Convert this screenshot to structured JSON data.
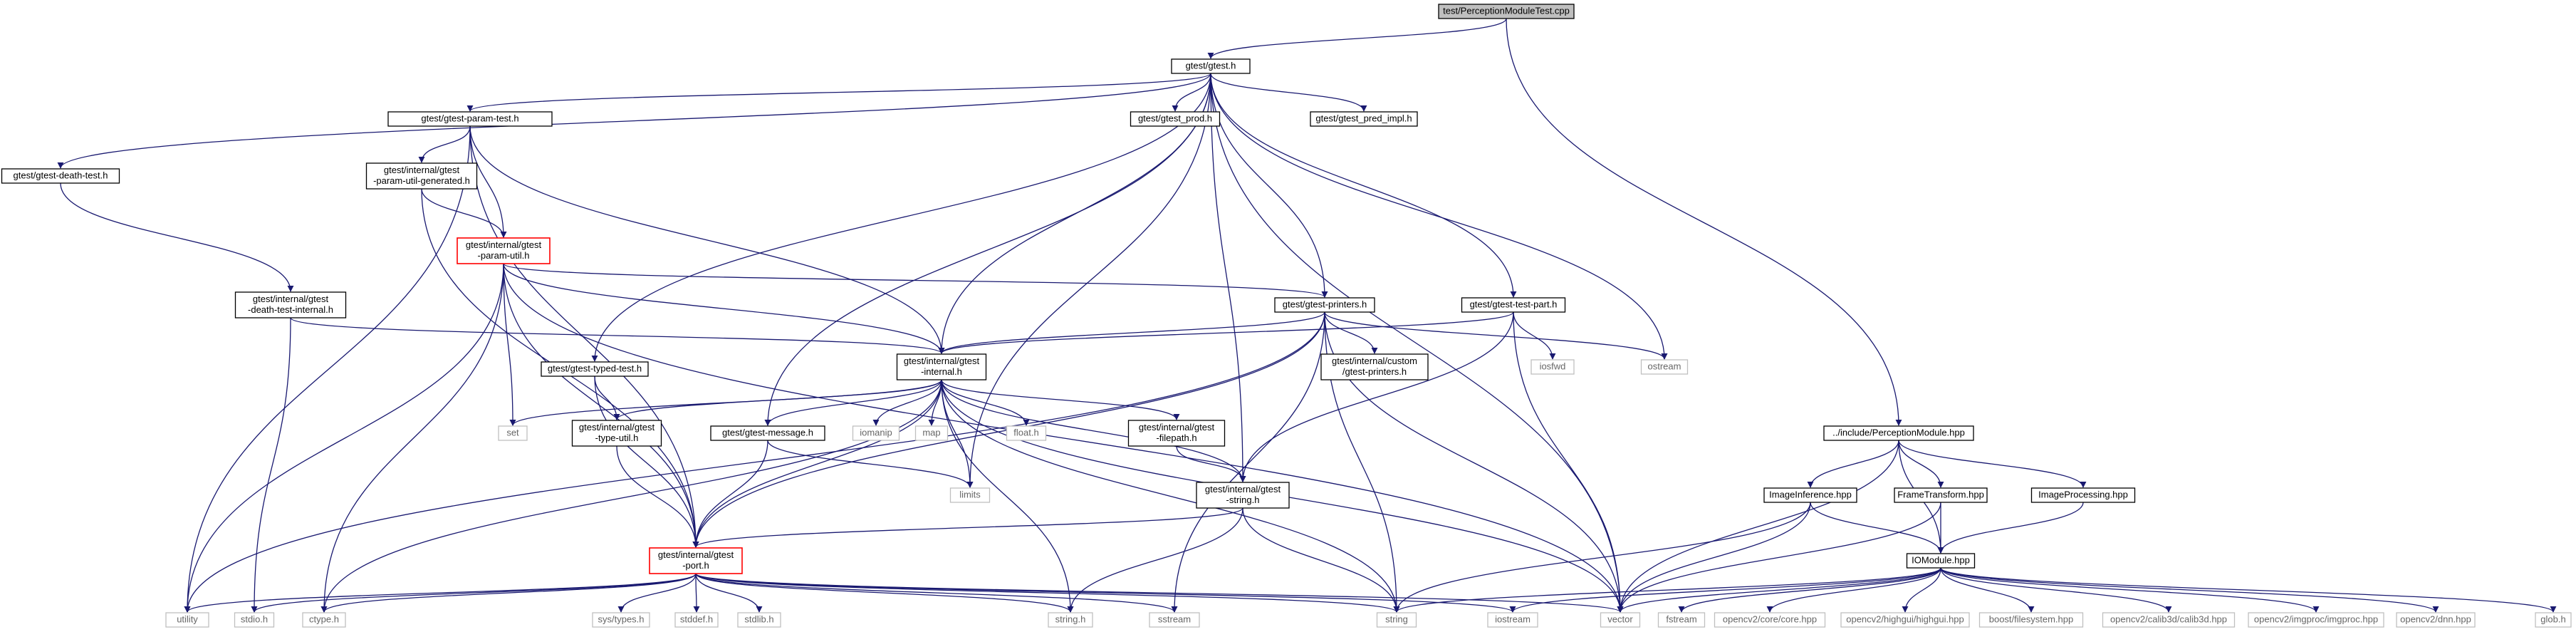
{
  "graph": {
    "root_file": "test/PerceptionModuleTest.cpp",
    "edge_color": "#191970",
    "highlight_color": "#ff0000",
    "nodes": {
      "root": [
        "test/PerceptionModuleTest.cpp"
      ],
      "gtest_h": [
        "gtest/gtest.h"
      ],
      "param_test": [
        "gtest/gtest-param-test.h"
      ],
      "death_test": [
        "gtest/gtest-death-test.h"
      ],
      "gtest_prod": [
        "gtest/gtest_prod.h"
      ],
      "pred_impl": [
        "gtest/gtest_pred_impl.h"
      ],
      "param_util_gen": [
        "gtest/internal/gtest",
        "-param-util-generated.h"
      ],
      "param_util": [
        "gtest/internal/gtest",
        "-param-util.h"
      ],
      "death_test_internal": [
        "gtest/internal/gtest",
        "-death-test-internal.h"
      ],
      "printers": [
        "gtest/gtest-printers.h"
      ],
      "test_part": [
        "gtest/gtest-test-part.h"
      ],
      "typed_test": [
        "gtest/gtest-typed-test.h"
      ],
      "internal": [
        "gtest/internal/gtest",
        "-internal.h"
      ],
      "custom_printers": [
        "gtest/internal/custom",
        "/gtest-printers.h"
      ],
      "iosfwd": [
        "iosfwd"
      ],
      "ostream": [
        "ostream"
      ],
      "set": [
        "set"
      ],
      "type_util": [
        "gtest/internal/gtest",
        "-type-util.h"
      ],
      "message": [
        "gtest/gtest-message.h"
      ],
      "iomanip": [
        "iomanip"
      ],
      "map": [
        "map"
      ],
      "float_h": [
        "float.h"
      ],
      "filepath": [
        "gtest/internal/gtest",
        "-filepath.h"
      ],
      "limits": [
        "limits"
      ],
      "gstring": [
        "gtest/internal/gtest",
        "-string.h"
      ],
      "port": [
        "gtest/internal/gtest",
        "-port.h"
      ],
      "utility": [
        "utility"
      ],
      "stdio": [
        "stdio.h"
      ],
      "ctype": [
        "ctype.h"
      ],
      "systypes": [
        "sys/types.h"
      ],
      "stddef": [
        "stddef.h"
      ],
      "stdlib": [
        "stdlib.h"
      ],
      "string_h": [
        "string.h"
      ],
      "sstream": [
        "sstream"
      ],
      "string": [
        "string"
      ],
      "iostream": [
        "iostream"
      ],
      "vector": [
        "vector"
      ],
      "perception": [
        "../include/PerceptionModule.hpp"
      ],
      "image_inference": [
        "ImageInference.hpp"
      ],
      "frame_transform": [
        "FrameTransform.hpp"
      ],
      "image_processing": [
        "ImageProcessing.hpp"
      ],
      "iomodule": [
        "IOModule.hpp"
      ],
      "fstream": [
        "fstream"
      ],
      "cv_core": [
        "opencv2/core/core.hpp"
      ],
      "cv_highgui": [
        "opencv2/highgui/highgui.hpp"
      ],
      "boost_fs": [
        "boost/filesystem.hpp"
      ],
      "cv_calib": [
        "opencv2/calib3d/calib3d.hpp"
      ],
      "cv_imgproc": [
        "opencv2/imgproc/imgproc.hpp"
      ],
      "cv_dnn": [
        "opencv2/dnn.hpp"
      ],
      "glob": [
        "glob.h"
      ]
    }
  }
}
